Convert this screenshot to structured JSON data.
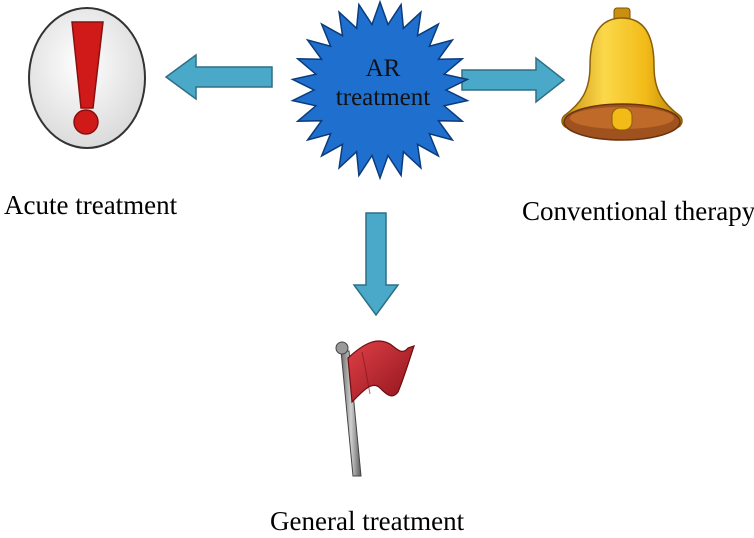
{
  "center_node": {
    "line1": "AR",
    "line2": "treatment",
    "fill": "#1f6fcf"
  },
  "nodes": {
    "acute": {
      "label": "Acute treatment",
      "icon": "exclamation-icon"
    },
    "conventional": {
      "label": "Conventional therapy",
      "icon": "bell-icon"
    },
    "general": {
      "label": "General treatment",
      "icon": "flag-icon"
    }
  },
  "colors": {
    "arrow": "#4aa9c9",
    "arrow_stroke": "#2f6f86",
    "exclamation": "#d01a1a",
    "bell": "#f4c21d",
    "flag": "#c9232a"
  }
}
